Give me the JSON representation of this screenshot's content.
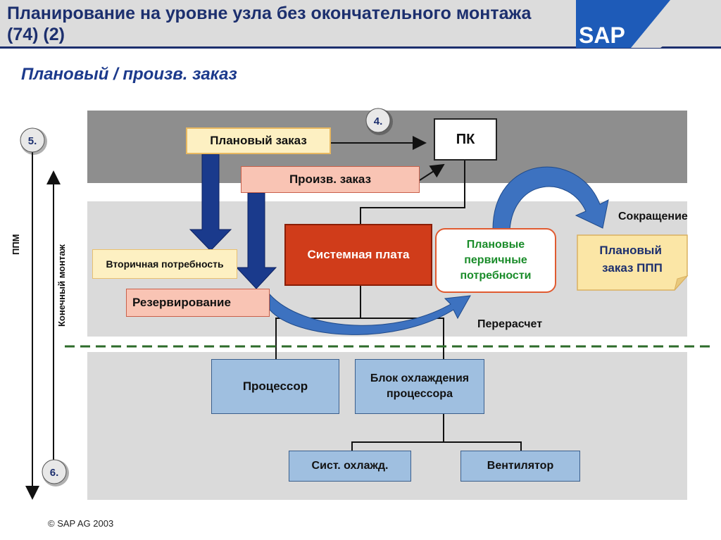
{
  "header": {
    "title": "Планирование на уровне узла без окончательного монтажа (74) (2)",
    "logo_text": "SAP"
  },
  "subtitle": "Плановый / произв. заказ",
  "steps": {
    "step4": "4.",
    "step5": "5.",
    "step6": "6."
  },
  "side_labels": {
    "ppm": "ППМ",
    "final_assembly": "Конечный монтаж"
  },
  "boxes": {
    "planned_order": "Плановый заказ",
    "pc": "ПК",
    "production_order": "Произв. заказ",
    "mainboard": "Системная плата",
    "planned_primary_requirements": "Плановые первичные потребности",
    "secondary_requirement": "Вторичная потребность",
    "reservation": "Резервирование",
    "cpu": "Процессор",
    "cpu_cooler": "Блок охлаждения процессора",
    "cooling_system": "Сист. охлажд.",
    "fan": "Вентилятор",
    "planned_order_ppp": "Плановый заказ ППП"
  },
  "labels": {
    "reduction": "Сокращение",
    "recalculation": "Перерасчет"
  },
  "footer": {
    "copyright": "SAP AG 2003"
  },
  "colors": {
    "title_text": "#1c2f6e",
    "subtitle_text": "#1c3a8c",
    "order_yellow": "#fdf0c2",
    "order_red": "#f9c4b4",
    "mainboard_red": "#d03c1a",
    "component_blue": "#9fbfe0",
    "arrow_blue": "#1a3a8c",
    "curve_blue": "#3d72c0",
    "dashed_green": "#2d6b2a"
  }
}
